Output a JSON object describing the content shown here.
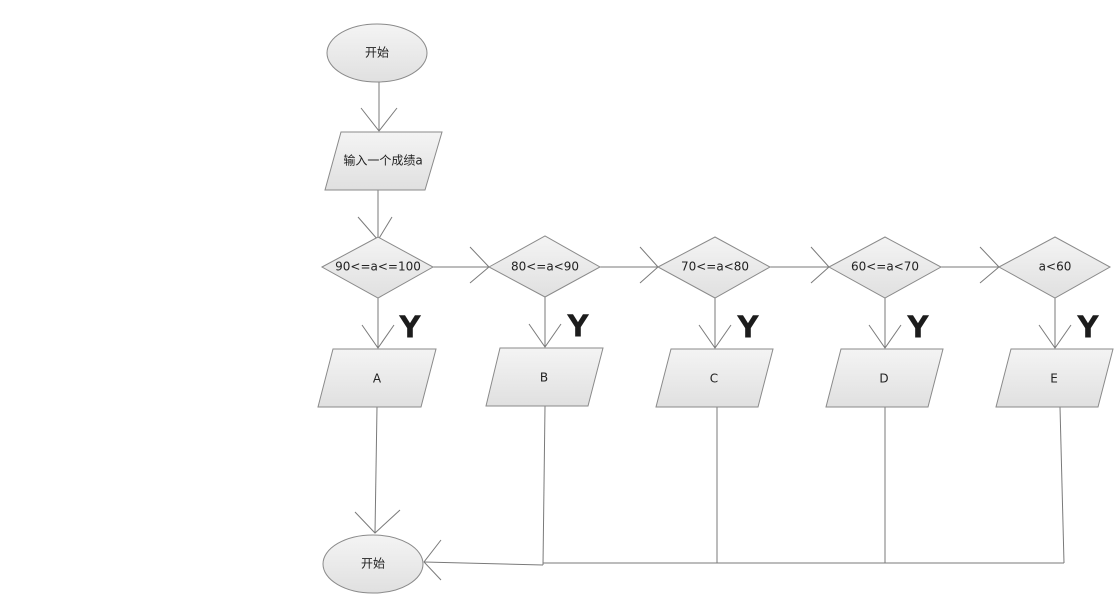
{
  "nodes": {
    "start": {
      "label": "开始"
    },
    "input": {
      "label": "输入一个成绩a"
    },
    "cond1": {
      "label": "90<=a<=100"
    },
    "cond2": {
      "label": "80<=a<90"
    },
    "cond3": {
      "label": "70<=a<80"
    },
    "cond4": {
      "label": "60<=a<70"
    },
    "cond5": {
      "label": "a<60"
    },
    "out_a": {
      "label": "A"
    },
    "out_b": {
      "label": "B"
    },
    "out_c": {
      "label": "C"
    },
    "out_d": {
      "label": "D"
    },
    "out_e": {
      "label": "E"
    },
    "end": {
      "label": "开始"
    }
  },
  "branch_labels": {
    "yes1": "Y",
    "yes2": "Y",
    "yes3": "Y",
    "yes4": "Y",
    "yes5": "Y"
  },
  "colors": {
    "node_fill_top": "#f4f4f4",
    "node_fill_bottom": "#e0e0e0",
    "border": "#8a8a8a",
    "connector": "#7a7a7a"
  }
}
